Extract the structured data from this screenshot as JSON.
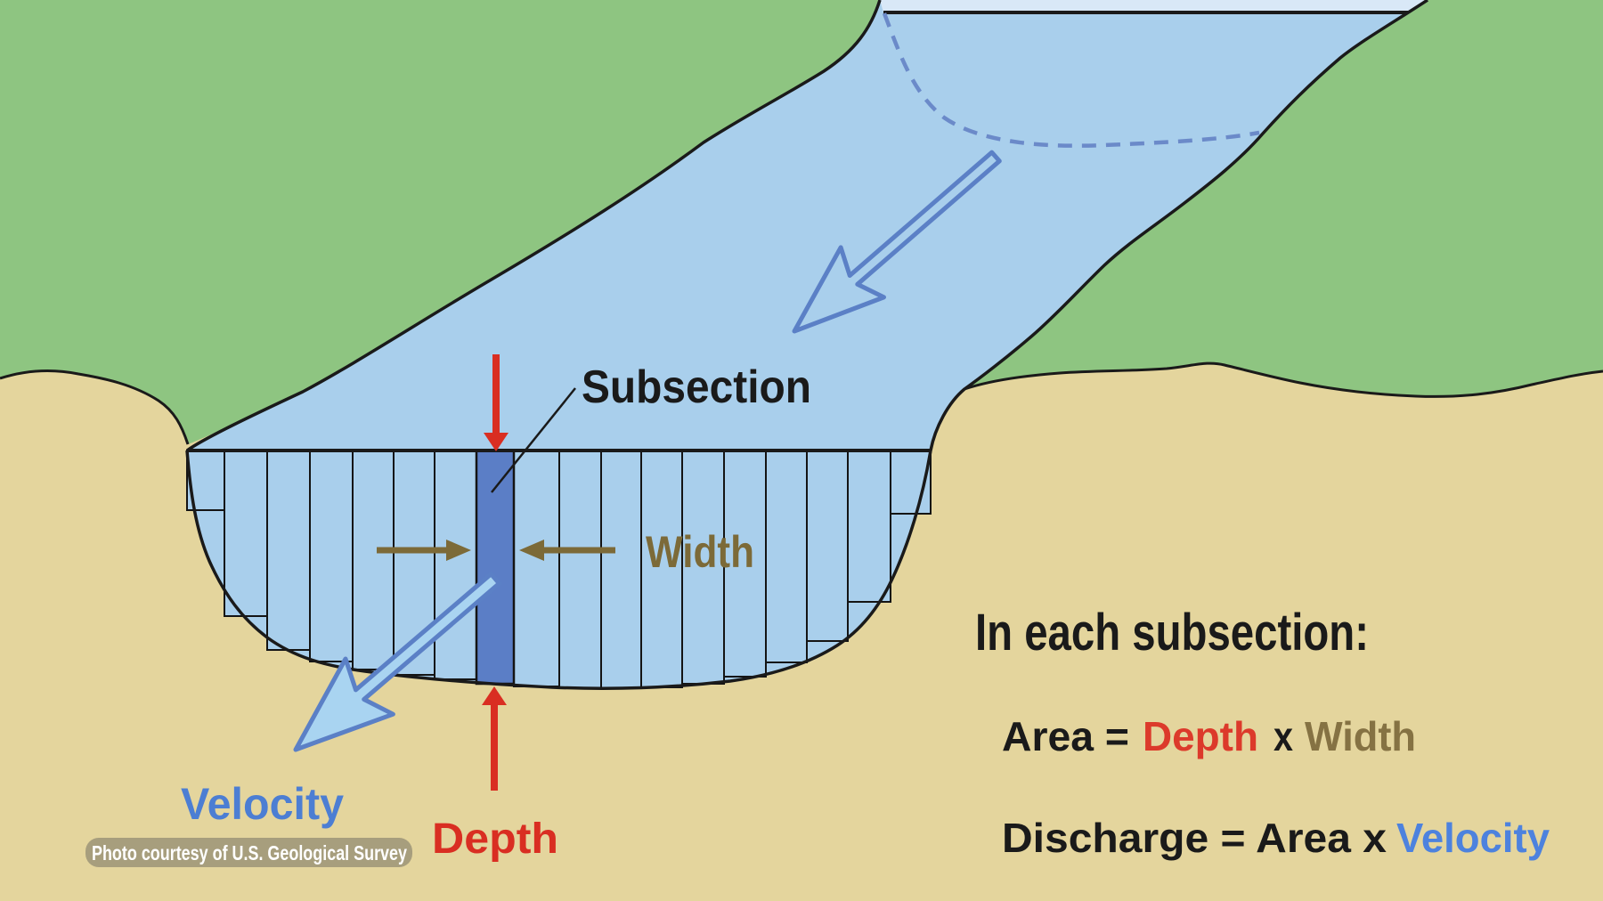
{
  "diagram": {
    "type": "stream-discharge-measurement-cross-section",
    "subsection_count": 18,
    "labels": {
      "subsection": "Subsection",
      "width": "Width",
      "velocity": "Velocity",
      "depth": "Depth"
    },
    "panel": {
      "heading": "In each subsection:",
      "formula_area": {
        "prefix": "Area =",
        "depth": "Depth",
        "times": "x",
        "width": "Width"
      },
      "formula_discharge": {
        "prefix": "Discharge = Area x",
        "velocity": "Velocity"
      }
    },
    "credit": "Photo courtesy of U.S. Geological Survey",
    "colors": {
      "sand": "#e4d59d",
      "grass": "#8ec581",
      "water": "#a9cfec",
      "water_pale_strip": "#d9e8f7",
      "subsection_highlight": "#5b7ec6",
      "outline": "#1a1a1a",
      "arrow_blue_outline": "#5b80c6",
      "arrow_red": "#d92e22",
      "arrow_brown": "#7c6a38",
      "label_blue": "#4c7ed3",
      "badge_background": "#a79e7d",
      "badge_text": "#ffffff"
    }
  }
}
